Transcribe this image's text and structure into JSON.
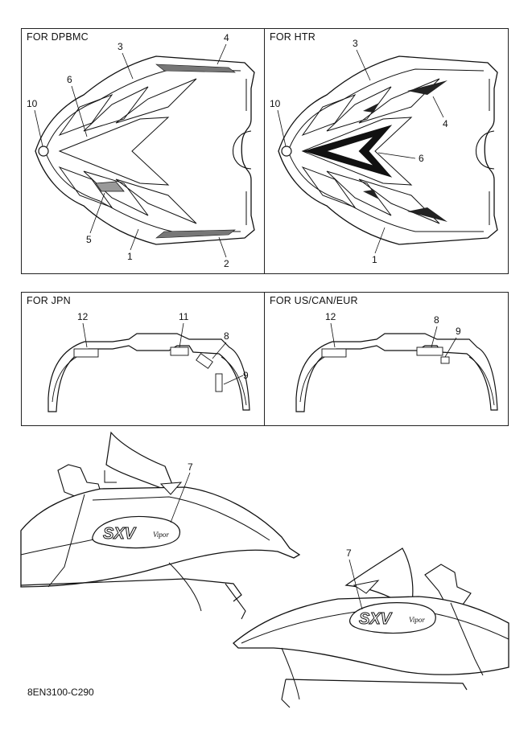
{
  "panels": {
    "dpbmc": {
      "title": "FOR DPBMC",
      "callouts": [
        "1",
        "2",
        "3",
        "4",
        "5",
        "6",
        "10"
      ]
    },
    "htr": {
      "title": "FOR HTR",
      "callouts": [
        "1",
        "3",
        "4",
        "6",
        "10"
      ]
    },
    "jpn": {
      "title": "FOR JPN",
      "callouts": [
        "8",
        "9",
        "11",
        "12"
      ]
    },
    "us": {
      "title": "FOR US/CAN/EUR",
      "callouts": [
        "8",
        "9",
        "12"
      ]
    }
  },
  "sled_left": {
    "callout": "7",
    "logo_text": "SXV",
    "logo_sub": "Vipor"
  },
  "sled_right": {
    "callout": "7",
    "logo_text": "SXV",
    "logo_sub": "Vipor"
  },
  "footer": {
    "code": "8EN3100-C290"
  }
}
